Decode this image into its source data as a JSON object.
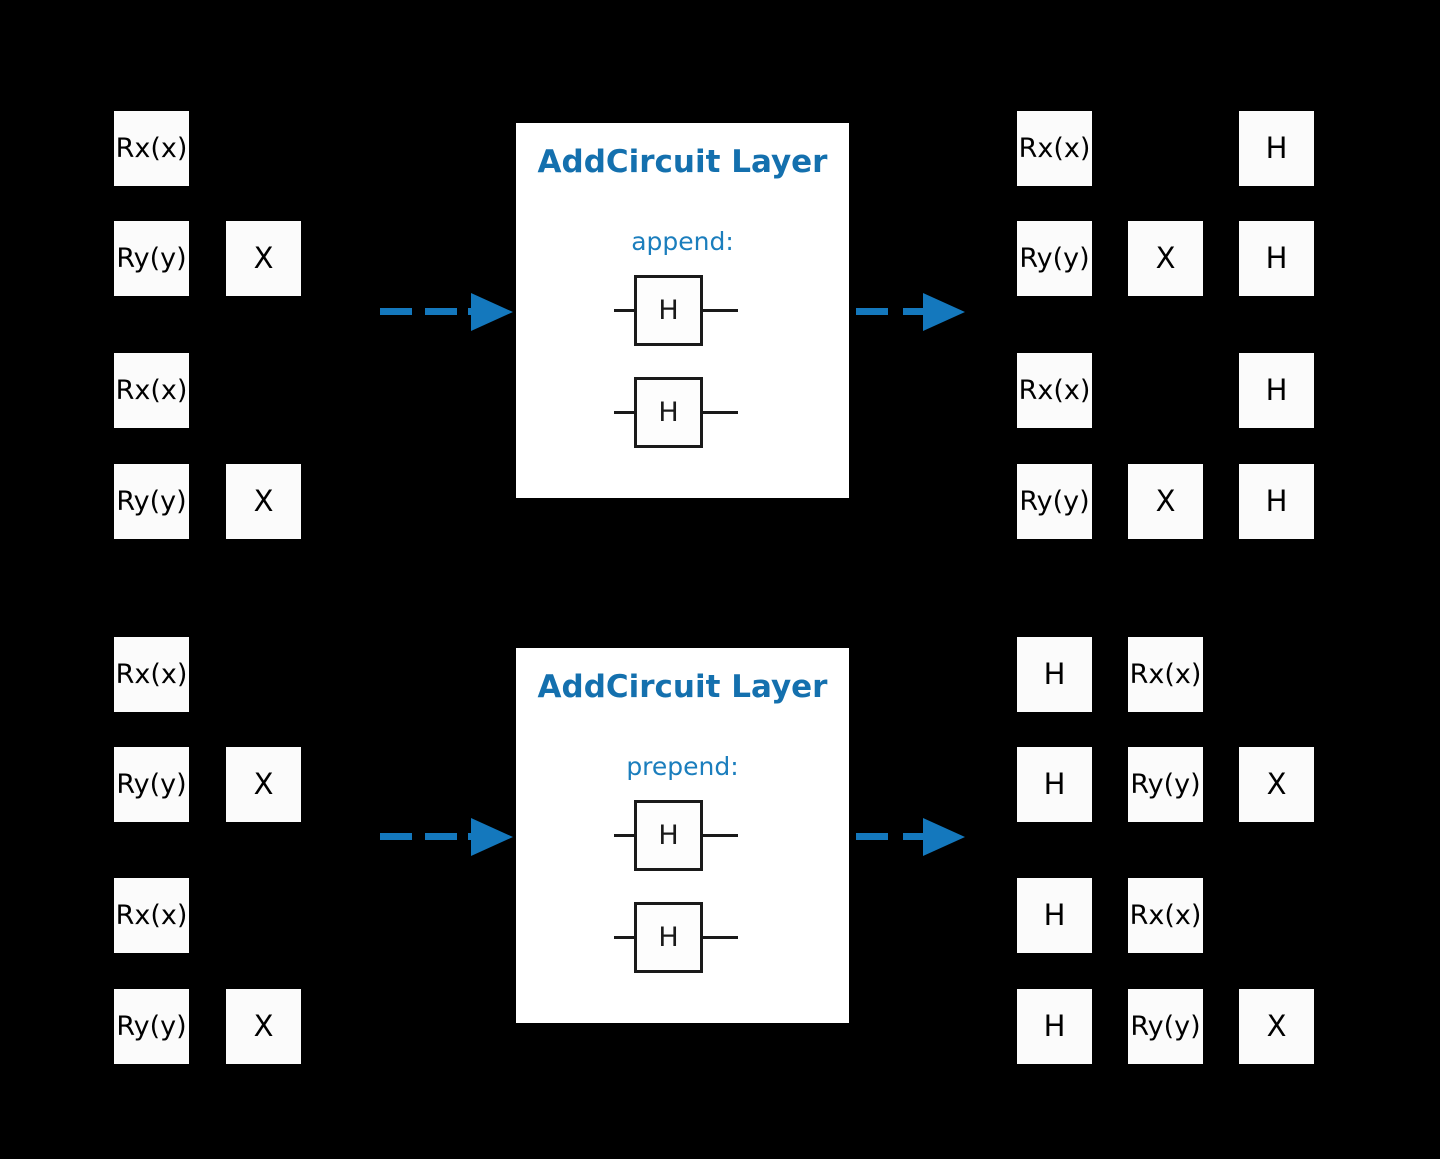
{
  "figure": {
    "background_color": "#000000",
    "accent_color": "#1478bd",
    "gate_fill": "#fbfbfb",
    "gate_text_color": "#000000"
  },
  "rows": [
    {
      "id": "append-row",
      "input_circuit": {
        "name": "input-circuit-append",
        "qubits": [
          {
            "gates": [
              "Rx(x)"
            ]
          },
          {
            "gates": [
              "Ry(y)",
              "X"
            ]
          },
          {
            "gates": [
              "Rx(x)"
            ]
          },
          {
            "gates": [
              "Ry(y)",
              "X"
            ]
          }
        ]
      },
      "panel": {
        "title": "AddCircuit Layer",
        "mode_label": "append:",
        "mini_circuit": {
          "name": "mini-circuit-append",
          "qubits": [
            {
              "gates": [
                "H"
              ]
            },
            {
              "gates": [
                "H"
              ]
            }
          ]
        }
      },
      "output_circuit": {
        "name": "output-circuit-append",
        "qubits": [
          {
            "gates": [
              "Rx(x)",
              "",
              "H"
            ]
          },
          {
            "gates": [
              "Ry(y)",
              "X",
              "H"
            ]
          },
          {
            "gates": [
              "Rx(x)",
              "",
              "H"
            ]
          },
          {
            "gates": [
              "Ry(y)",
              "X",
              "H"
            ]
          }
        ]
      },
      "arrow_in": "dashed-arrow-right",
      "arrow_out": "dashed-arrow-right"
    },
    {
      "id": "prepend-row",
      "input_circuit": {
        "name": "input-circuit-prepend",
        "qubits": [
          {
            "gates": [
              "Rx(x)"
            ]
          },
          {
            "gates": [
              "Ry(y)",
              "X"
            ]
          },
          {
            "gates": [
              "Rx(x)"
            ]
          },
          {
            "gates": [
              "Ry(y)",
              "X"
            ]
          }
        ]
      },
      "panel": {
        "title": "AddCircuit Layer",
        "mode_label": "prepend:",
        "mini_circuit": {
          "name": "mini-circuit-prepend",
          "qubits": [
            {
              "gates": [
                "H"
              ]
            },
            {
              "gates": [
                "H"
              ]
            }
          ]
        }
      },
      "output_circuit": {
        "name": "output-circuit-prepend",
        "qubits": [
          {
            "gates": [
              "H",
              "Rx(x)",
              ""
            ]
          },
          {
            "gates": [
              "H",
              "Ry(y)",
              "X"
            ]
          },
          {
            "gates": [
              "H",
              "Rx(x)",
              ""
            ]
          },
          {
            "gates": [
              "H",
              "Ry(y)",
              "X"
            ]
          }
        ]
      },
      "arrow_in": "dashed-arrow-right",
      "arrow_out": "dashed-arrow-right"
    }
  ]
}
